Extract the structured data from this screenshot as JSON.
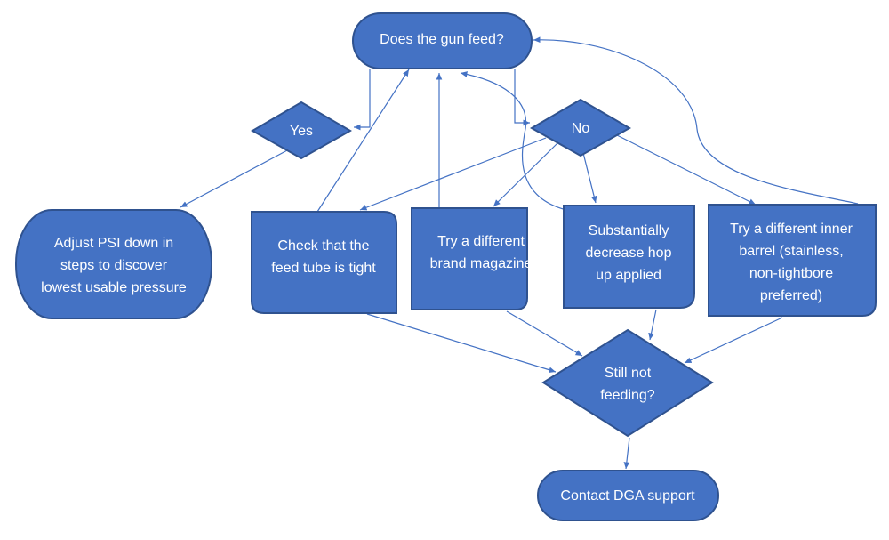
{
  "flowchart": {
    "nodes": {
      "start": {
        "label": "Does the gun feed?"
      },
      "yes": {
        "label": "Yes"
      },
      "no": {
        "label": "No"
      },
      "adjust_psi": {
        "label": [
          "Adjust PSI down in",
          "steps to discover",
          "lowest usable pressure"
        ]
      },
      "check_feed_tube": {
        "label": [
          "Check that the",
          "feed tube is tight"
        ]
      },
      "try_magazine": {
        "label": [
          "Try a different",
          "brand magazine"
        ]
      },
      "decrease_hop": {
        "label": [
          "Substantially",
          "decrease hop",
          "up applied"
        ]
      },
      "try_barrel": {
        "label": [
          "Try a different inner",
          "barrel (stainless,",
          "non-tightbore",
          "preferred)"
        ]
      },
      "still_not_feeding": {
        "label": [
          "Still not",
          "feeding?"
        ]
      },
      "contact_support": {
        "label": "Contact DGA support"
      }
    },
    "edges": [
      {
        "from": "start",
        "to": "yes"
      },
      {
        "from": "start",
        "to": "no"
      },
      {
        "from": "yes",
        "to": "adjust_psi"
      },
      {
        "from": "no",
        "to": "check_feed_tube"
      },
      {
        "from": "no",
        "to": "try_magazine"
      },
      {
        "from": "no",
        "to": "decrease_hop"
      },
      {
        "from": "no",
        "to": "try_barrel"
      },
      {
        "from": "check_feed_tube",
        "to": "start"
      },
      {
        "from": "try_magazine",
        "to": "start"
      },
      {
        "from": "decrease_hop",
        "to": "start"
      },
      {
        "from": "try_barrel",
        "to": "start"
      },
      {
        "from": "check_feed_tube",
        "to": "still_not_feeding"
      },
      {
        "from": "try_magazine",
        "to": "still_not_feeding"
      },
      {
        "from": "decrease_hop",
        "to": "still_not_feeding"
      },
      {
        "from": "try_barrel",
        "to": "still_not_feeding"
      },
      {
        "from": "still_not_feeding",
        "to": "contact_support"
      }
    ]
  }
}
